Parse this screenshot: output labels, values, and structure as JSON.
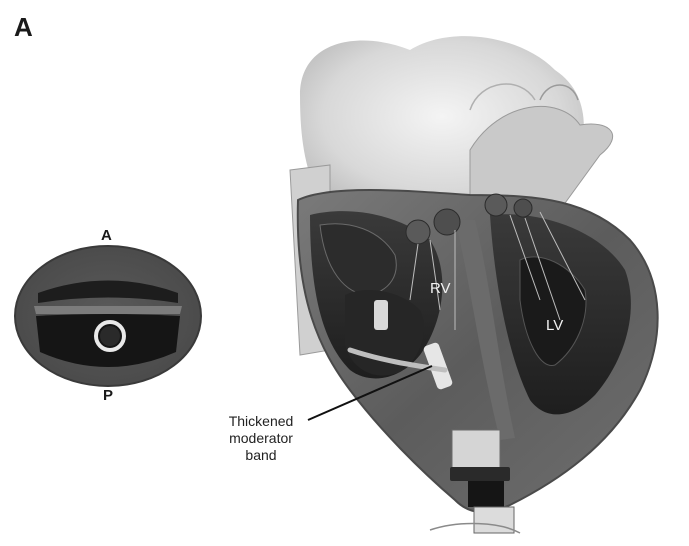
{
  "panel": {
    "letter": "A"
  },
  "cross_section": {
    "anterior_label": "A",
    "posterior_label": "P"
  },
  "heart": {
    "right_ventricle_label": "RV",
    "left_ventricle_label": "LV"
  },
  "annotation": {
    "lines": [
      "Thickened",
      "moderator",
      "band"
    ]
  }
}
